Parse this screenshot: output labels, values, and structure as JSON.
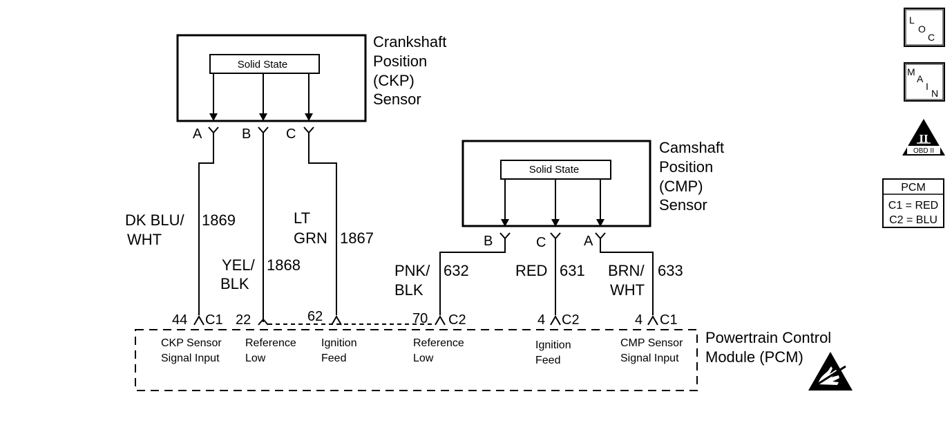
{
  "ckp_sensor": {
    "name_lines": [
      "Crankshaft",
      "Position",
      "(CKP)",
      "Sensor"
    ],
    "element": "Solid State",
    "terminals": [
      "A",
      "B",
      "C"
    ]
  },
  "cmp_sensor": {
    "name_lines": [
      "Camshaft",
      "Position",
      "(CMP)",
      "Sensor"
    ],
    "element": "Solid State",
    "terminals": [
      "B",
      "C",
      "A"
    ]
  },
  "wires": [
    {
      "color_lines": [
        "DK BLU/",
        "WHT"
      ],
      "circuit": "1869"
    },
    {
      "color_lines": [
        "YEL/",
        "BLK"
      ],
      "circuit": "1868"
    },
    {
      "color_lines": [
        "LT",
        "GRN"
      ],
      "circuit": "1867"
    },
    {
      "color_lines": [
        "PNK/",
        "BLK"
      ],
      "circuit": "632"
    },
    {
      "color_lines": [
        "RED"
      ],
      "circuit": "631"
    },
    {
      "color_lines": [
        "BRN/",
        "WHT"
      ],
      "circuit": "633"
    }
  ],
  "pcm_pins": [
    {
      "pin": "44",
      "connector": "C1",
      "function_lines": [
        "CKP Sensor",
        "Signal Input"
      ]
    },
    {
      "pin": "22",
      "connector": "",
      "function_lines": [
        "Reference",
        "Low"
      ]
    },
    {
      "pin": "62",
      "connector": "",
      "function_lines": [
        "Ignition",
        "Feed"
      ]
    },
    {
      "pin": "70",
      "connector": "C2",
      "function_lines": [
        "Reference",
        "Low"
      ]
    },
    {
      "pin": "4",
      "connector": "C2",
      "function_lines": [
        "Ignition",
        "Feed"
      ]
    },
    {
      "pin": "4",
      "connector": "C1",
      "function_lines": [
        "CMP Sensor",
        "Signal Input"
      ]
    }
  ],
  "pcm": {
    "name_lines": [
      "Powertrain Control",
      "Module (PCM)"
    ]
  },
  "icons": {
    "loc": [
      "L",
      "O",
      "C"
    ],
    "main": [
      "M",
      "A",
      "I",
      "N"
    ],
    "obd": {
      "roman": "II",
      "label": "OBD II"
    },
    "pcm_legend": {
      "title": "PCM",
      "rows": [
        "C1 = RED",
        "C2 = BLU"
      ]
    },
    "esd_icon": "esd-sensitive-icon"
  }
}
